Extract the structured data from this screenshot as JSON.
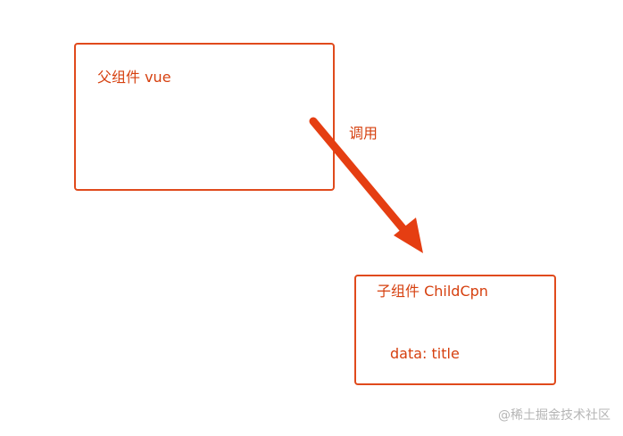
{
  "parent": {
    "label": "父组件 vue"
  },
  "call": {
    "label": "调用"
  },
  "child": {
    "label": "子组件 ChildCpn",
    "data_label": "data: title"
  },
  "watermark": {
    "text": "@稀土掘金技术社区"
  },
  "colors": {
    "accent": "#e04a1c",
    "text": "#d6400f",
    "watermark": "#b5b5b5"
  }
}
